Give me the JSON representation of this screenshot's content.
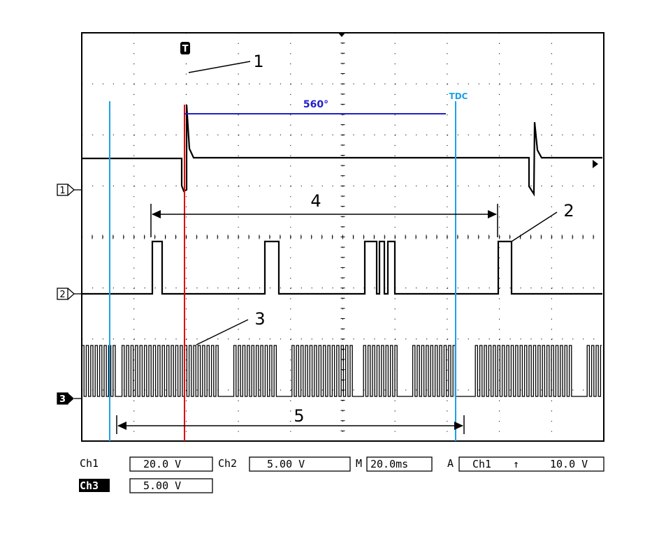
{
  "chart_data": {
    "type": "line",
    "title": "",
    "x_unit": "ms",
    "divisions": {
      "horizontal": 10,
      "vertical": 8
    },
    "series": [
      {
        "channel": "1",
        "marker": "1",
        "scale": "20.0 V",
        "points": [
          [
            0,
            227
          ],
          [
            143,
            227
          ],
          [
            143,
            266
          ],
          [
            146,
            274
          ],
          [
            150,
            272
          ],
          [
            150,
            150
          ],
          [
            154,
            213
          ],
          [
            160,
            226
          ],
          [
            640,
            226
          ],
          [
            640,
            267
          ],
          [
            647,
            278
          ],
          [
            648,
            175
          ],
          [
            652,
            215
          ],
          [
            658,
            226
          ],
          [
            745,
            226
          ]
        ]
      },
      {
        "channel": "2",
        "marker": "2",
        "scale": "5.00 V",
        "points": [
          [
            0,
            421
          ],
          [
            101,
            421
          ],
          [
            101,
            346
          ],
          [
            115,
            346
          ],
          [
            115,
            421
          ],
          [
            262,
            421
          ],
          [
            262,
            346
          ],
          [
            282,
            346
          ],
          [
            282,
            421
          ],
          [
            405,
            421
          ],
          [
            405,
            346
          ],
          [
            422,
            346
          ],
          [
            422,
            421
          ],
          [
            426,
            421
          ],
          [
            426,
            346
          ],
          [
            433,
            346
          ],
          [
            433,
            421
          ],
          [
            438,
            421
          ],
          [
            438,
            346
          ],
          [
            448,
            346
          ],
          [
            448,
            421
          ],
          [
            596,
            421
          ],
          [
            596,
            346
          ],
          [
            615,
            346
          ],
          [
            615,
            421
          ],
          [
            745,
            421
          ]
        ]
      },
      {
        "channel": "3",
        "marker": "3",
        "scale": "5.00 V",
        "gaps_x": [
          [
            26,
            31
          ],
          [
            51,
            56
          ],
          [
            194,
            217
          ],
          [
            279,
            300
          ],
          [
            386,
            400
          ],
          [
            451,
            471
          ],
          [
            535,
            557
          ],
          [
            700,
            717
          ]
        ]
      }
    ],
    "callouts": [
      "1",
      "2",
      "3",
      "4",
      "5"
    ],
    "markers": {
      "angle_label": "560°",
      "tdc_label": "TDC",
      "trigger_symbol": "T"
    },
    "status": {
      "ch1_label": "Ch1",
      "ch1_scale": "20.0 V",
      "ch2_label": "Ch2",
      "ch2_scale": "5.00 V",
      "time_label": "M",
      "time_scale": "20.0ms",
      "trig_label": "A",
      "trig_channel": "Ch1",
      "trig_symbol": "↑",
      "trig_level": "10.0 V",
      "ch3_label": "Ch3",
      "ch3_scale": "5.00 V"
    },
    "colors": {
      "trace": "#000000",
      "red_marker": "#e00000",
      "cyan_marker": "#1ea0e6",
      "angle_line": "#2020c8",
      "grid_dot": "#000000"
    }
  }
}
